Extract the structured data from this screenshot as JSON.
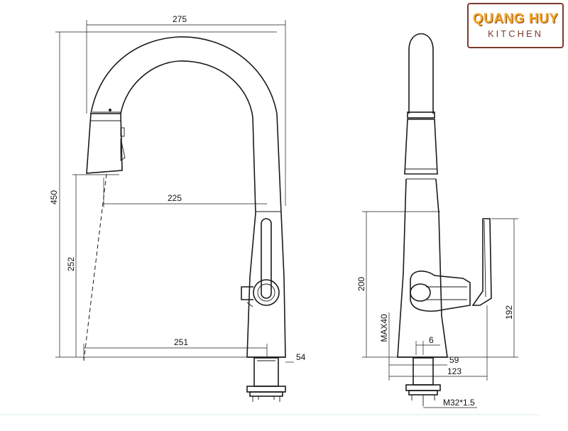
{
  "brand": {
    "top": "QUANG HUY",
    "bottom": "KITCHEN",
    "colors": {
      "primary": "#f5a623",
      "border": "#7a3b2e"
    }
  },
  "front_view": {
    "dims": {
      "reach_top": "275",
      "height_total": "450",
      "reach_mid": "225",
      "spout_height": "252",
      "reach_bottom": "251",
      "base_width": "54"
    }
  },
  "side_view": {
    "dims": {
      "body_height": "200",
      "handle_height": "192",
      "max_deck": "MAX40",
      "six": "6",
      "fifty_nine": "59",
      "one_two_three": "123",
      "thread": "M32*1.5"
    }
  }
}
